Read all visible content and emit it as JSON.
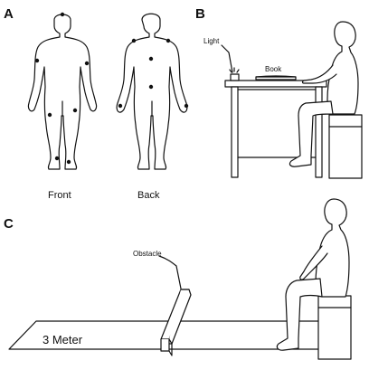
{
  "panels": {
    "a": {
      "letter": "A",
      "front_label": "Front",
      "back_label": "Back"
    },
    "b": {
      "letter": "B",
      "light_label": "Light",
      "book_label": "Book"
    },
    "c": {
      "letter": "C",
      "obstacle_label": "Obstacle",
      "distance_label": "3 Meter"
    }
  }
}
